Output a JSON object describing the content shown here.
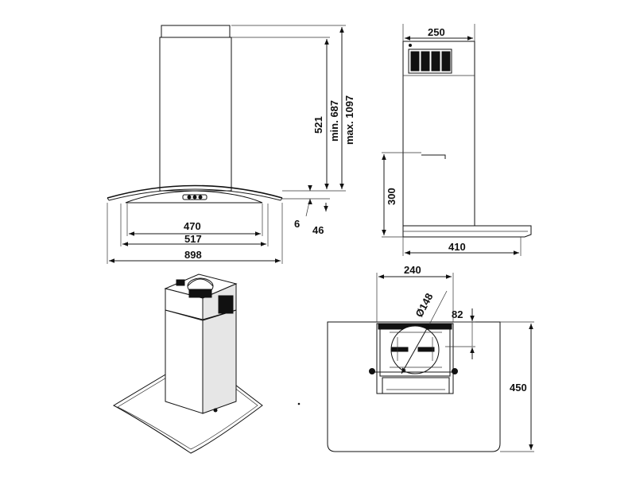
{
  "front_view": {
    "dim_chimney_height": "521",
    "dim_min_height": "min. 687",
    "dim_max_height": "max. 1097",
    "dim_glass_offset": "6",
    "dim_canopy_height": "46",
    "dim_inner_width": "470",
    "dim_body_width": "517",
    "dim_total_width": "898"
  },
  "side_view": {
    "dim_chimney_depth": "250",
    "dim_bracket_height": "300",
    "dim_total_depth": "410"
  },
  "top_view": {
    "dim_motor_width": "240",
    "dim_outlet_diameter": "Ø148",
    "dim_outlet_offset": "82",
    "dim_hood_depth": "450"
  },
  "colors": {
    "line": "#111111",
    "background": "#ffffff"
  }
}
